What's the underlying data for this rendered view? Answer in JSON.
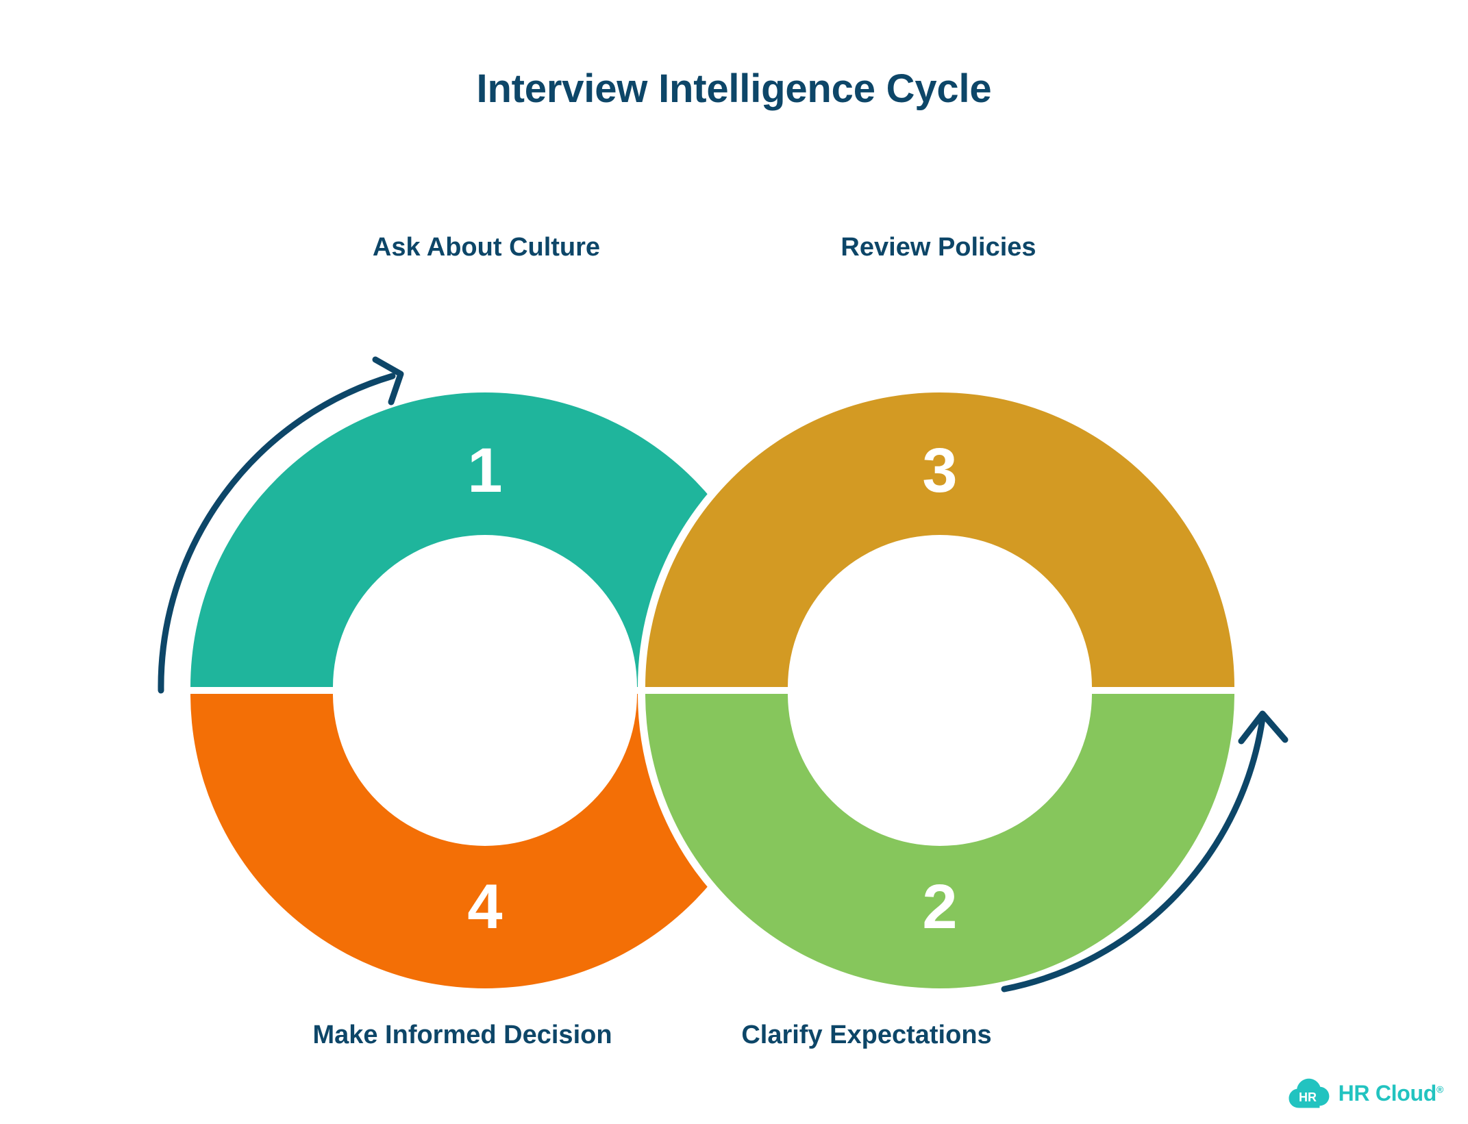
{
  "page": {
    "title": "Interview Intelligence Cycle",
    "background_color": "#ffffff"
  },
  "colors": {
    "navy": "#0d4668",
    "teal": "#1FB59C",
    "orange": "#F36F06",
    "gold": "#D39A23",
    "green": "#86C65C",
    "white": "#ffffff",
    "logo_teal": "#22C3C0"
  },
  "chart_data": {
    "type": "diagram",
    "subtype": "infinity-loop-cycle",
    "title": "Interview Intelligence Cycle",
    "ring_count": 2,
    "segments": [
      {
        "number": "1",
        "label": "Ask About Culture",
        "color": "#1FB59C",
        "ring": "left",
        "position": "top",
        "label_position": "above-left"
      },
      {
        "number": "2",
        "label": "Clarify Expectations",
        "color": "#86C65C",
        "ring": "right",
        "position": "bottom",
        "label_position": "below-right"
      },
      {
        "number": "3",
        "label": "Review Policies",
        "color": "#D39A23",
        "ring": "right",
        "position": "top",
        "label_position": "above-right"
      },
      {
        "number": "4",
        "label": "Make Informed Decision",
        "color": "#F36F06",
        "ring": "left",
        "position": "bottom",
        "label_position": "below-left"
      }
    ],
    "arrows": [
      {
        "name": "left-arrow",
        "direction": "clockwise",
        "sweeps": "left ring outer, 9 o'clock to 1 o'clock",
        "color": "#0d4668"
      },
      {
        "name": "right-arrow",
        "direction": "clockwise",
        "sweeps": "right ring outer, 6 o'clock to 3 o'clock",
        "color": "#0d4668"
      }
    ]
  },
  "numbers": {
    "one": "1",
    "two": "2",
    "three": "3",
    "four": "4"
  },
  "labels": {
    "ask_about_culture": "Ask About Culture",
    "review_policies": "Review Policies",
    "make_informed_decision": "Make Informed Decision",
    "clarify_expectations": "Clarify Expectations"
  },
  "logo": {
    "mark_text": "HR",
    "name": "HR Cloud",
    "registered": "®"
  }
}
